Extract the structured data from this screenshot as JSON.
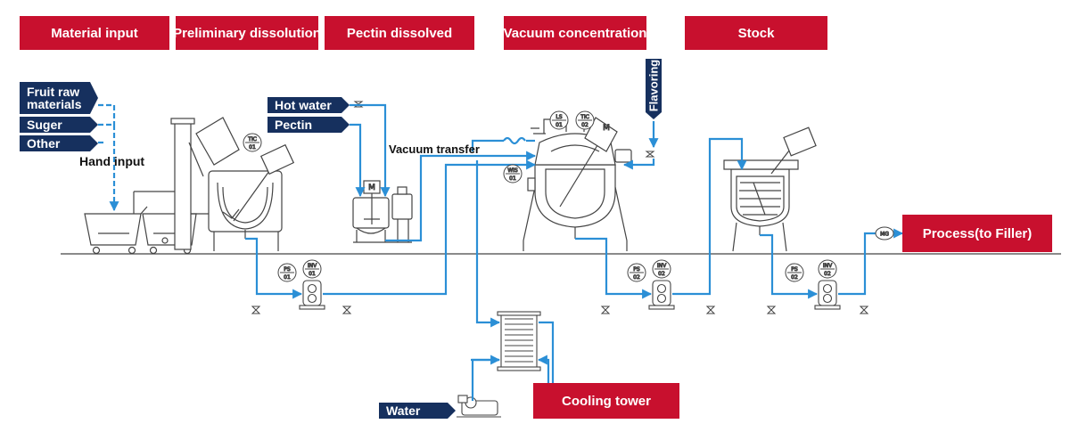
{
  "stages": {
    "material_input": "Material input",
    "preliminary_dissolution": "Preliminary dissolution",
    "pectin_dissolved": "Pectin dissolved",
    "vacuum_concentration": "Vacuum concentration",
    "stock": "Stock"
  },
  "inputs": {
    "fruit_raw_materials": "Fruit raw materials",
    "suger": "Suger",
    "other": "Other",
    "hot_water": "Hot water",
    "pectin": "Pectin",
    "flavoring": "Flavoring",
    "water": "Water"
  },
  "labels": {
    "hand_input": "Hand input",
    "vacuum_transfer": "Vacuum transfer",
    "cooling_tower": "Cooling tower",
    "process_to_filler": "Process(to Filler)",
    "mg": "MG",
    "m": "M"
  },
  "instruments": {
    "tic01": [
      "TIC",
      "01"
    ],
    "tic02": [
      "TIC",
      "02"
    ],
    "ls01": [
      "LS",
      "01"
    ],
    "wis01": [
      "WIS",
      "01"
    ],
    "ps01": [
      "PS",
      "01"
    ],
    "ps02": [
      "PS",
      "02"
    ],
    "inv01": [
      "INV",
      "01"
    ],
    "inv02": [
      "INV",
      "02"
    ]
  },
  "colors": {
    "stage_red": "#c8102e",
    "input_navy": "#16305e",
    "pipe_blue": "#2b8fd6",
    "line_gray": "#444444"
  }
}
